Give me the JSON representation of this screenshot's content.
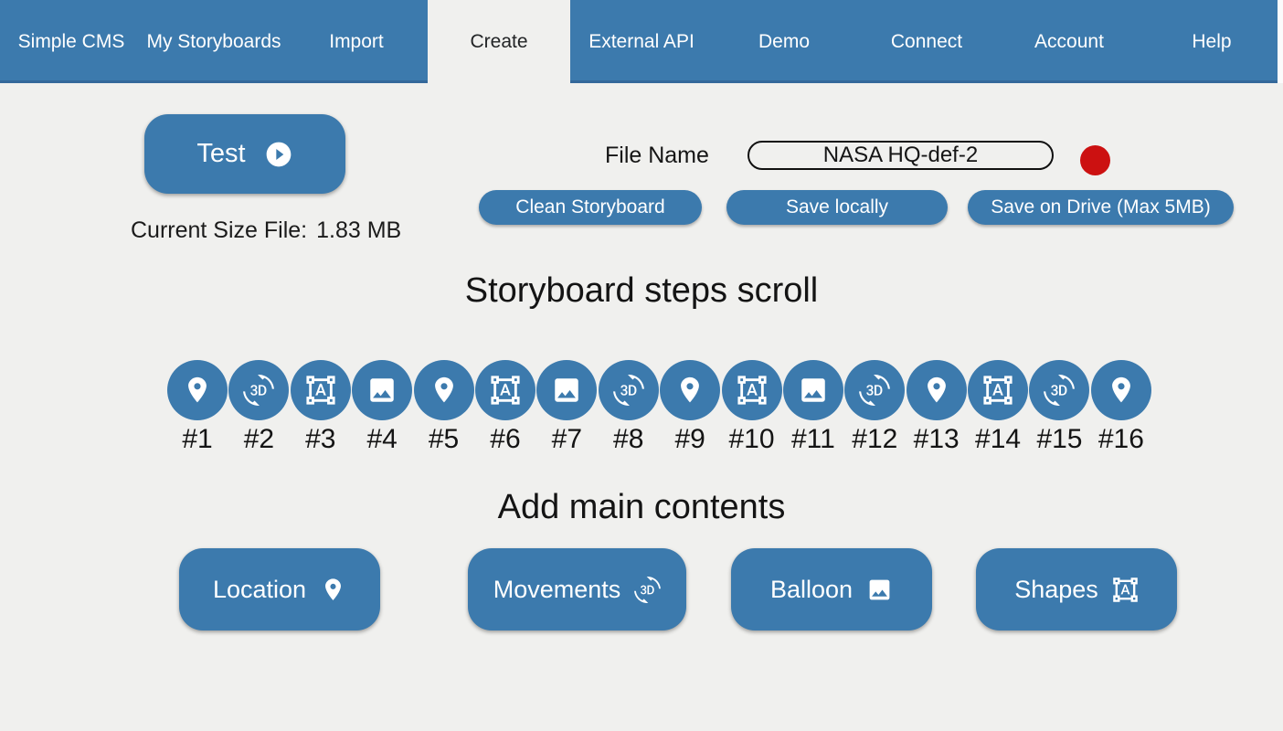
{
  "colors": {
    "accent_blue": "#3c7aad",
    "nav_bottom_line": "#34689a",
    "page_background": "#f0f0ee",
    "record_red": "#cc1111",
    "text_dark": "#141414"
  },
  "nav": {
    "items": [
      {
        "label": "Simple CMS",
        "active": false
      },
      {
        "label": "My Storyboards",
        "active": false
      },
      {
        "label": "Import",
        "active": false
      },
      {
        "label": "Create",
        "active": true
      },
      {
        "label": "External API",
        "active": false
      },
      {
        "label": "Demo",
        "active": false
      },
      {
        "label": "Connect",
        "active": false
      },
      {
        "label": "Account",
        "active": false
      },
      {
        "label": "Help",
        "active": false
      }
    ]
  },
  "toolbar": {
    "test_label": "Test",
    "test_icon": "play-circle",
    "current_size_label": "Current Size File:",
    "current_size_value": "1.83 MB",
    "file_name_label": "File Name",
    "file_name_value": "NASA HQ-def-2",
    "record_dot": "red-circle",
    "clean_label": "Clean Storyboard",
    "save_locally_label": "Save locally",
    "save_drive_label": "Save on Drive (Max 5MB)"
  },
  "steps": {
    "title": "Storyboard steps scroll",
    "items": [
      {
        "label": "#1",
        "icon": "place"
      },
      {
        "label": "#2",
        "icon": "3d-rotation"
      },
      {
        "label": "#3",
        "icon": "format-shapes"
      },
      {
        "label": "#4",
        "icon": "image"
      },
      {
        "label": "#5",
        "icon": "place"
      },
      {
        "label": "#6",
        "icon": "format-shapes"
      },
      {
        "label": "#7",
        "icon": "image"
      },
      {
        "label": "#8",
        "icon": "3d-rotation"
      },
      {
        "label": "#9",
        "icon": "place"
      },
      {
        "label": "#10",
        "icon": "format-shapes"
      },
      {
        "label": "#11",
        "icon": "image"
      },
      {
        "label": "#12",
        "icon": "3d-rotation"
      },
      {
        "label": "#13",
        "icon": "place"
      },
      {
        "label": "#14",
        "icon": "format-shapes"
      },
      {
        "label": "#15",
        "icon": "3d-rotation"
      },
      {
        "label": "#16",
        "icon": "place"
      }
    ]
  },
  "contents": {
    "title": "Add main contents",
    "buttons": [
      {
        "label": "Location",
        "icon": "place"
      },
      {
        "label": "Movements",
        "icon": "3d-rotation"
      },
      {
        "label": "Balloon",
        "icon": "image"
      },
      {
        "label": "Shapes",
        "icon": "format-shapes"
      }
    ]
  }
}
